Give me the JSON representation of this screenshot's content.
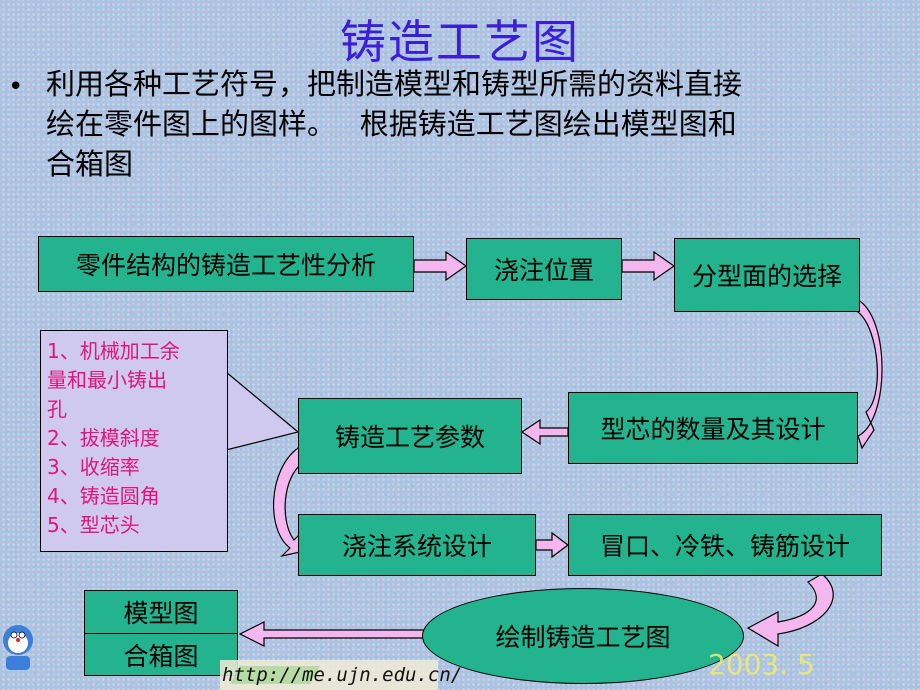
{
  "title": "铸造工艺图",
  "intro": {
    "line1": "利用各种工艺符号，把制造模型和铸型所需的资料直接",
    "line2": "绘在零件图上的图样。　 根据铸造工艺图绘出模型图和",
    "line3": "合箱图"
  },
  "nodes": {
    "analysis": "零件结构的铸造工艺性分析",
    "pouring_position": "浇注位置",
    "parting_surface": "分型面的选择",
    "cores": "型芯的数量及其设计",
    "process_params": "铸造工艺参数",
    "gating": "浇注系统设计",
    "risers": "冒口、冷铁、铸筋设计",
    "draw": "绘制铸造工艺图",
    "pattern": "模型图",
    "mold_assembly": "合箱图"
  },
  "note": {
    "lines": [
      "1、机械加工余",
      "量和最小铸出",
      "孔",
      "2、拔模斜度",
      "3、收缩率",
      "4、铸造圆角",
      "5、型芯头"
    ]
  },
  "footer": {
    "url": "http://me.ujn.edu.cn/",
    "date": "2003. 5"
  },
  "colors": {
    "box_fill": "#23b38e",
    "arrow_fill": "#f3b6ee",
    "note_fill": "#cfc9f0",
    "note_text": "#e0147a",
    "title": "#3a1fd6"
  }
}
